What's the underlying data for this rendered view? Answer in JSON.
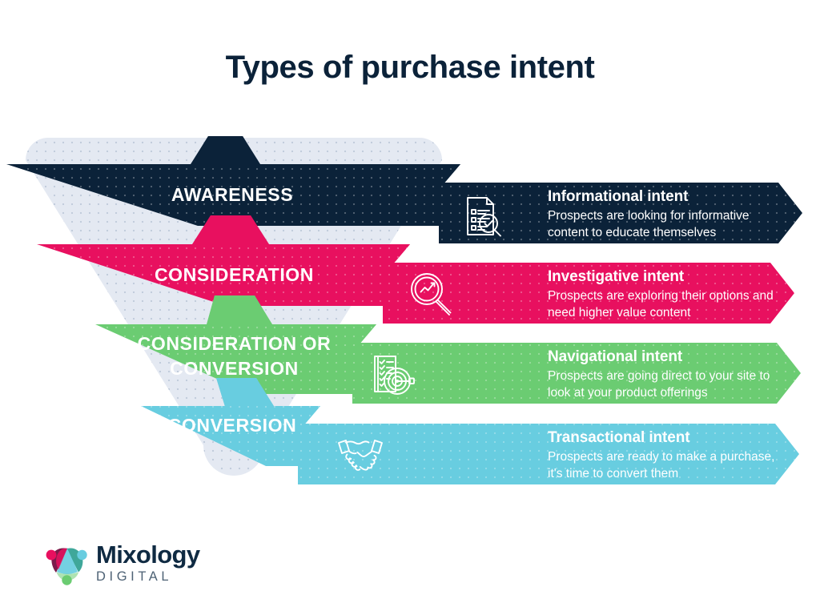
{
  "page": {
    "title": "Types of purchase intent",
    "background_color": "#ffffff"
  },
  "colors": {
    "navy": "#0B2239",
    "pink": "#E8105F",
    "green": "#6BCC72",
    "blue": "#68CDE0",
    "funnel_backdrop": "#E4E9F2",
    "title_color": "#0B2239",
    "banner_text": "#ffffff"
  },
  "funnel": {
    "stages": [
      {
        "label": "AWARENESS",
        "color": "#0B2239"
      },
      {
        "label": "CONSIDERATION",
        "color": "#E8105F"
      },
      {
        "label": "CONSIDERATION OR\nCONVERSION",
        "color": "#6BCC72"
      },
      {
        "label": "CONVERSION",
        "color": "#68CDE0"
      }
    ]
  },
  "intents": [
    {
      "title": "Informational intent",
      "description": "Prospects are looking for informative content to educate themselves",
      "color": "#0B2239",
      "icon": "document-check-magnifier-icon"
    },
    {
      "title": "Investigative intent",
      "description": "Prospects are exploring their options and need higher value content",
      "color": "#E8105F",
      "icon": "magnifier-chart-icon"
    },
    {
      "title": "Navigational intent",
      "description": "Prospects are going direct to your site to look at your product offerings",
      "color": "#6BCC72",
      "icon": "checklist-target-icon"
    },
    {
      "title": "Transactional intent",
      "description": "Prospects are ready to make a purchase, it's time to convert them",
      "color": "#68CDE0",
      "icon": "handshake-icon"
    }
  ],
  "logo": {
    "name": "Mixology",
    "subtitle": "DIGITAL",
    "mark": "mixology-pinwheel-icon",
    "mark_colors": {
      "maroon": "#7B1C4B",
      "pink": "#E8105F",
      "teal": "#2A9D8F",
      "green": "#6BCC72",
      "blue": "#68CDE0",
      "light_blue_dot": "#68CDE0",
      "pink_dot": "#E8105F",
      "green_dot": "#6BCC72"
    }
  }
}
